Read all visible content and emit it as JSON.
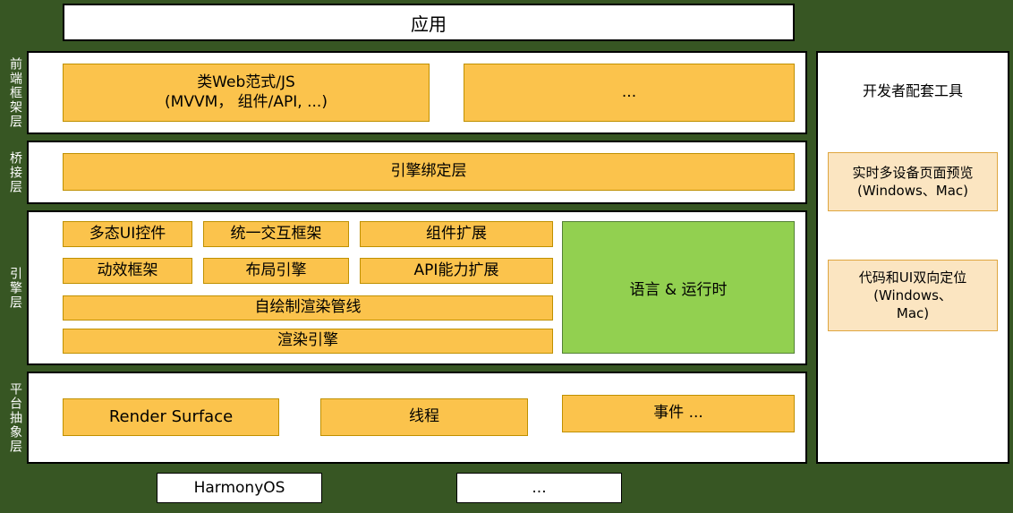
{
  "app": {
    "label": "应用"
  },
  "side_labels": {
    "frontend": "前端框架层",
    "bridge": "桥接层",
    "engine": "引擎层",
    "platform": "平台抽象层"
  },
  "frontend_layer": {
    "web_paradigm": "类Web范式/JS\n(MVVM， 组件/API, ...)",
    "more": "..."
  },
  "bridge_layer": {
    "engine_binding": "引擎绑定层"
  },
  "engine_layer": {
    "polymorphic_ui": "多态UI控件",
    "interaction_framework": "统一交互框架",
    "component_extension": "组件扩展",
    "animation_framework": "动效框架",
    "layout_engine": "布局引擎",
    "api_extension": "API能力扩展",
    "render_pipeline": "自绘制渲染管线",
    "render_engine": "渲染引擎",
    "language_runtime": "语言 & 运行时"
  },
  "platform_layer": {
    "render_surface": "Render Surface",
    "thread": "线程",
    "event": "事件 ..."
  },
  "bottom": {
    "harmonyos": "HarmonyOS",
    "more": "..."
  },
  "tools_panel": {
    "title": "开发者配套工具",
    "preview": "实时多设备页面预览\n(Windows、Mac)",
    "locate": "代码和UI双向定位\n(Windows、\nMac)"
  },
  "colors": {
    "background": "#375623",
    "orange_fill": "#FBC34C",
    "orange_border": "#BF9000",
    "green_fill": "#92D050",
    "green_border": "#538135",
    "cream_fill": "#FBE5C1",
    "white": "#FFFFFF"
  }
}
